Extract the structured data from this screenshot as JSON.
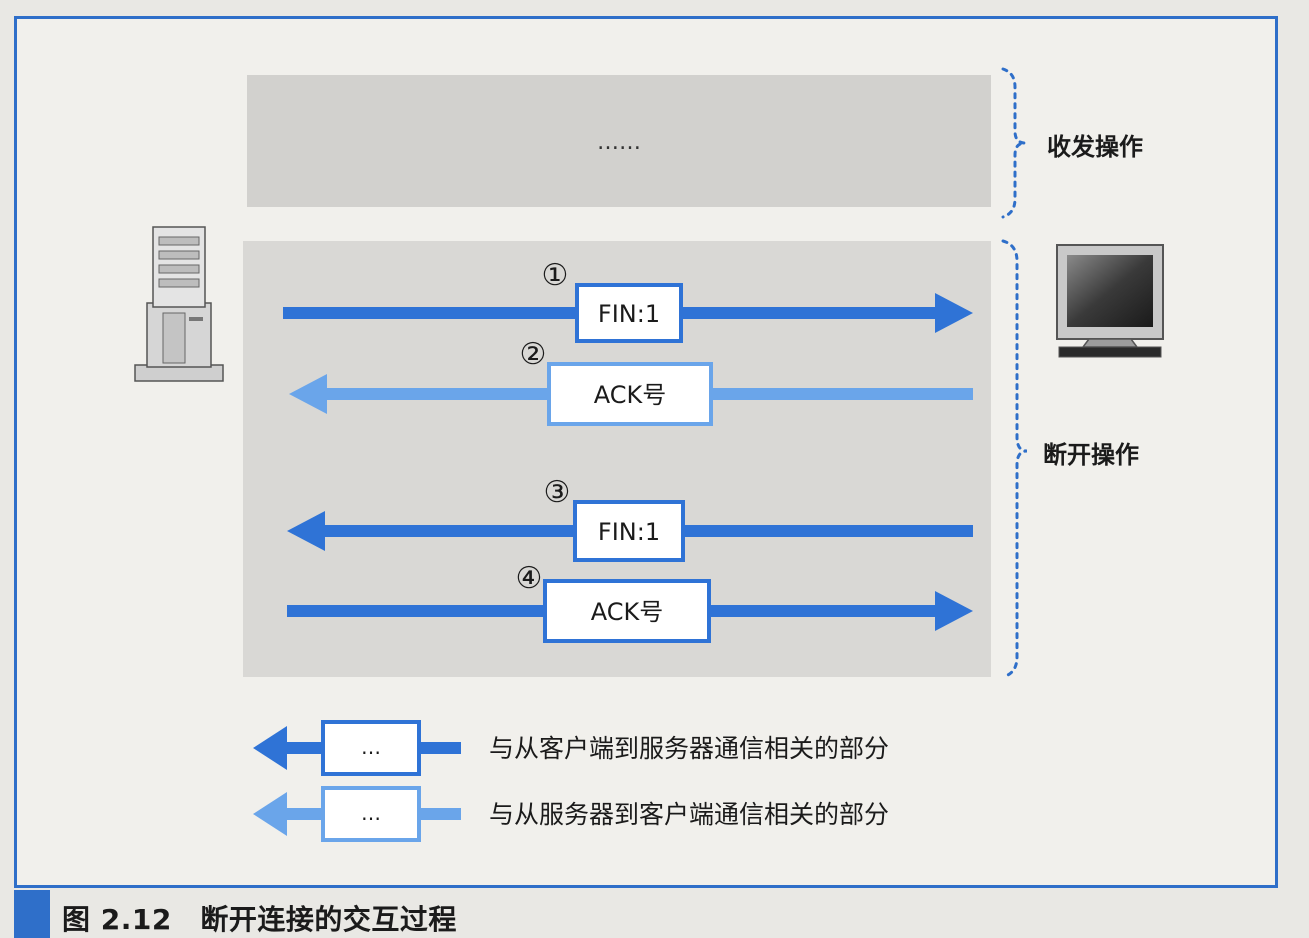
{
  "top_box": {
    "text": "……"
  },
  "brackets": {
    "send_receive_label": "收发操作",
    "disconnect_label": "断开操作"
  },
  "steps": [
    {
      "number": "①",
      "label": "FIN:1",
      "direction": "server-to-client",
      "color": "client-comm"
    },
    {
      "number": "②",
      "label": "ACK号",
      "direction": "client-to-server",
      "color": "server-comm"
    },
    {
      "number": "③",
      "label": "FIN:1",
      "direction": "client-to-server",
      "color": "client-comm"
    },
    {
      "number": "④",
      "label": "ACK号",
      "direction": "server-to-client",
      "color": "client-comm"
    }
  ],
  "legend": [
    {
      "box_text": "…",
      "label": "与从客户端到服务器通信相关的部分",
      "color": "client-comm"
    },
    {
      "box_text": "…",
      "label": "与从服务器到客户端通信相关的部分",
      "color": "server-comm"
    }
  ],
  "colors": {
    "client_comm": "#2f73d6",
    "server_comm": "#6aa5ea",
    "frame": "#2f6fc9"
  },
  "icons": {
    "left": "server-tower-icon",
    "right": "monitor-icon"
  },
  "caption": {
    "text": "图 2.12　断开连接的交互过程"
  }
}
